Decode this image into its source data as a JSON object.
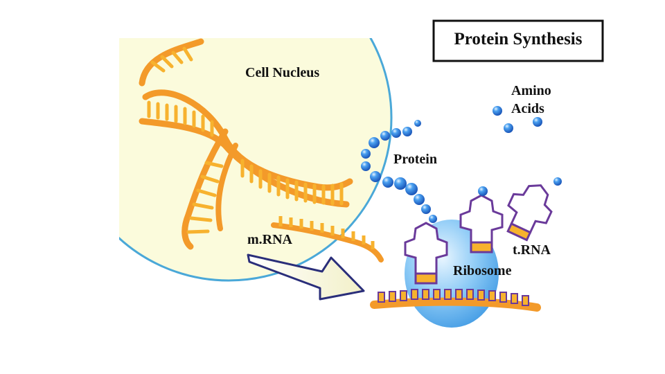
{
  "title": "Protein Synthesis",
  "labels": {
    "nucleus": "Cell Nucleus",
    "amino_line1": "Amino",
    "amino_line2": "Acids",
    "protein": "Protein",
    "mrna": "m.RNA",
    "trna": "t.RNA",
    "ribosome": "Ribosome"
  },
  "colors": {
    "nucleus_fill": "#fbfbdc",
    "nucleus_edge": "#4aa8d8",
    "strand": "#f39a2a",
    "base": "#f7b22e",
    "bead": "#1f6fd6",
    "ribosome": "#5fb2ee",
    "trna": "#6a3a9a",
    "arrow_edge": "#2a2e7a"
  }
}
